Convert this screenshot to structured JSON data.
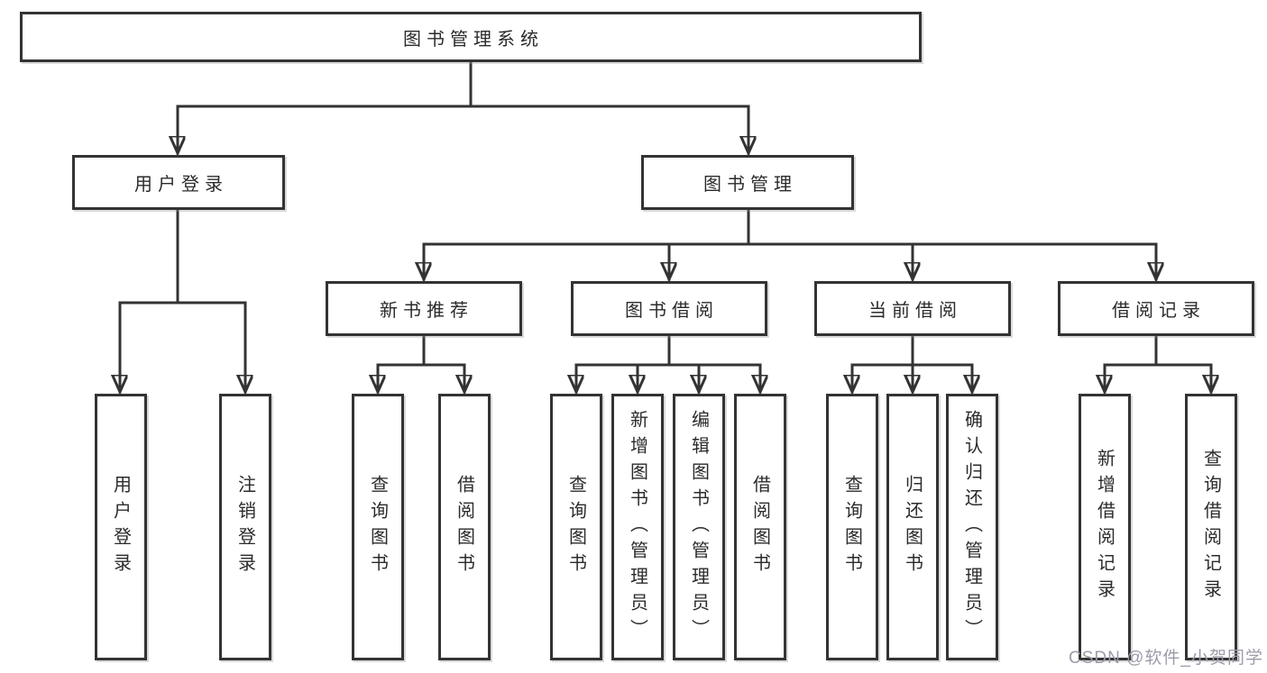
{
  "root_label": "图书管理系统",
  "level2": {
    "user_login": "用户登录",
    "book_management": "图书管理"
  },
  "level3": {
    "new_book_recommend": "新书推荐",
    "book_borrowing": "图书借阅",
    "current_borrowing": "当前借阅",
    "borrowing_records": "借阅记录"
  },
  "leaves": {
    "user_login_group": [
      "用户登录",
      "注销登录"
    ],
    "new_book_group": [
      "查询图书",
      "借阅图书"
    ],
    "book_borrowing_group": [
      "查询图书",
      "新增图书（管理员）",
      "编辑图书（管理员）",
      "借阅图书"
    ],
    "current_borrowing_group": [
      "查询图书",
      "归还图书",
      "确认归还（管理员）"
    ],
    "records_group": [
      "新增借阅记录",
      "查询借阅记录"
    ]
  },
  "watermark": "CSDN @软件_小贺同学",
  "colors": {
    "line": "#333333",
    "box_border": "#333333",
    "box_background": "#ffffff",
    "text": "#2b2b2b",
    "watermark_text": "#9c9cab",
    "background": "#ffffff"
  }
}
